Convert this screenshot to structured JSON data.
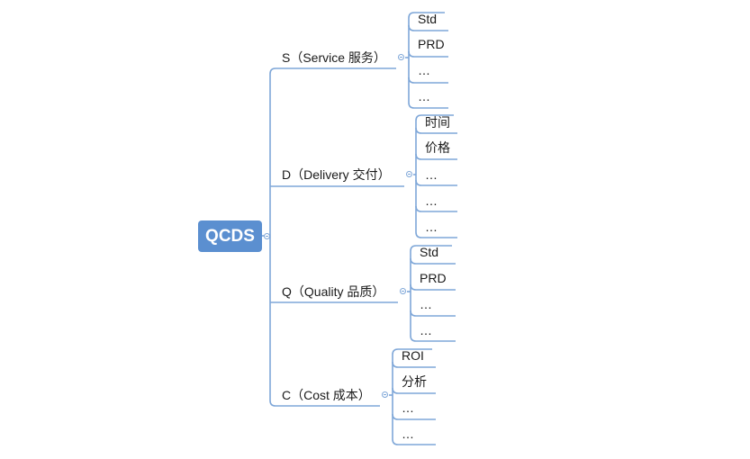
{
  "diagram": {
    "root": {
      "label": "QCDS"
    },
    "branches": [
      {
        "label": "S（Service 服务）",
        "children": [
          "Std",
          "PRD",
          "…",
          "…"
        ]
      },
      {
        "label": "D（Delivery 交付）",
        "children": [
          "时间",
          "价格",
          "…",
          "…",
          "…"
        ]
      },
      {
        "label": "Q（Quality 品质）",
        "children": [
          "Std",
          "PRD",
          "…",
          "…"
        ]
      },
      {
        "label": "C（Cost 成本）",
        "children": [
          "ROI",
          "分析",
          "…",
          "…"
        ]
      }
    ],
    "colors": {
      "root_fill": "#5b8fd0",
      "connector": "#7fa7d8",
      "text": "#1a1a1a"
    }
  }
}
